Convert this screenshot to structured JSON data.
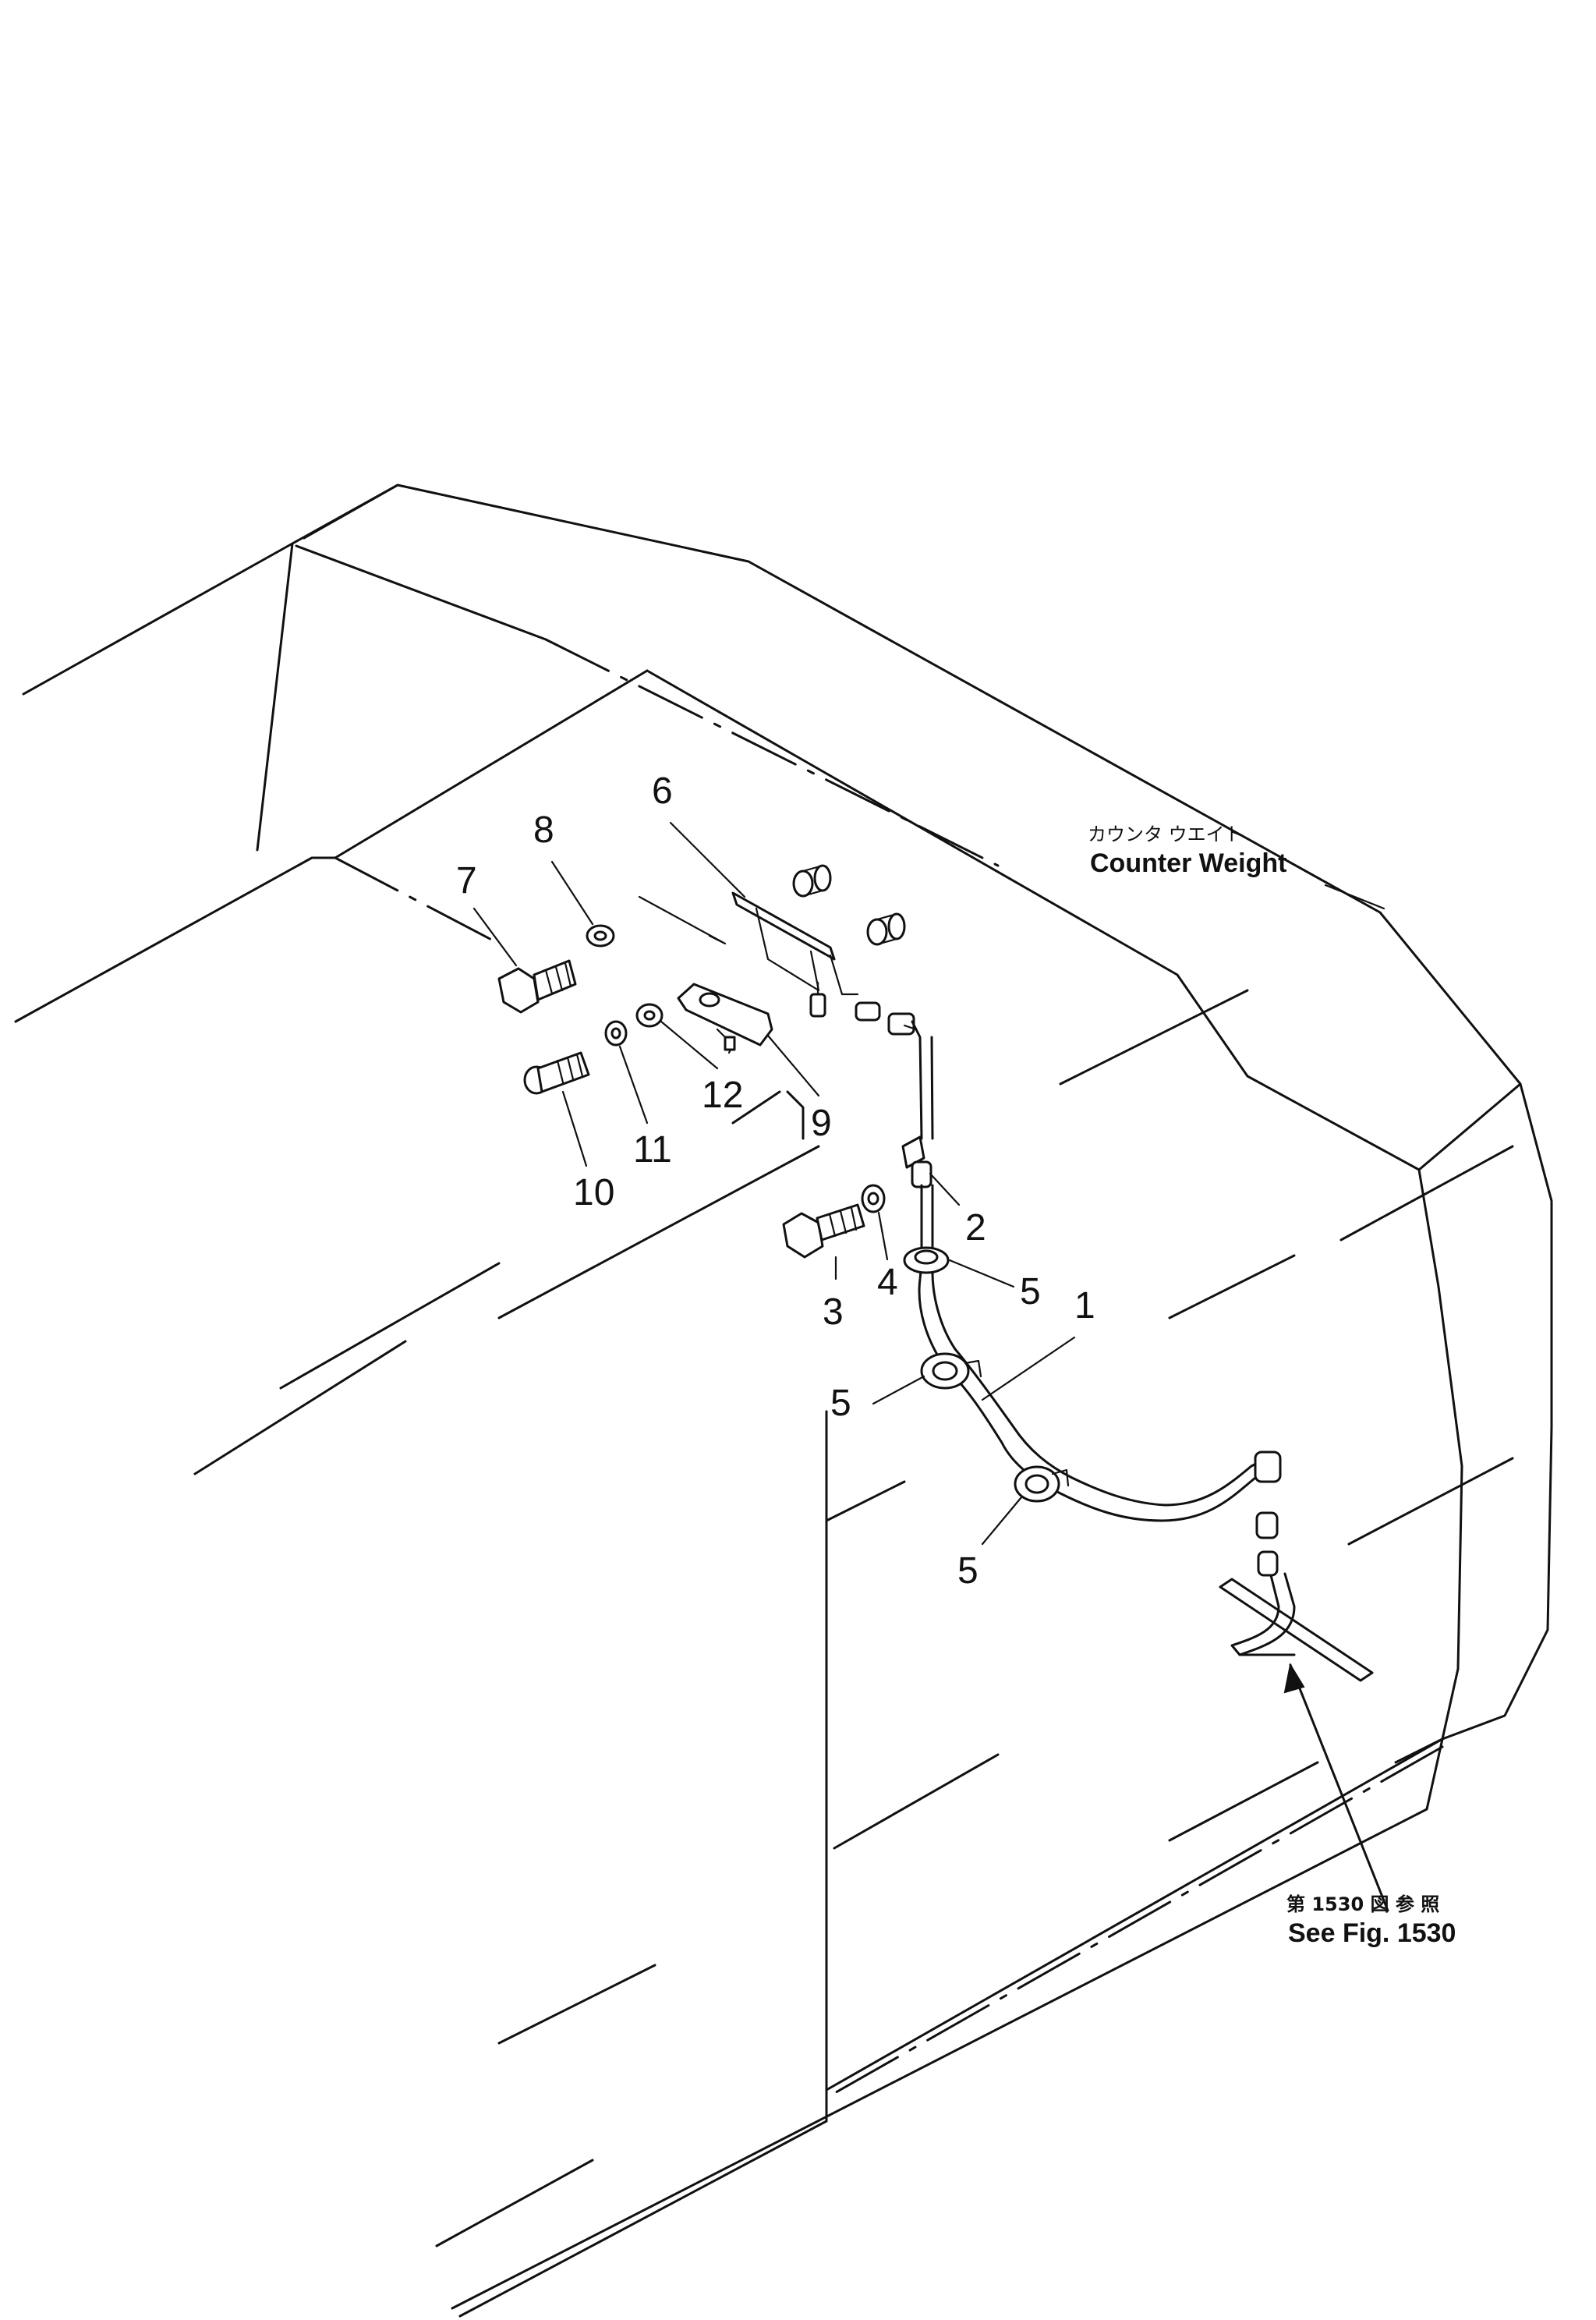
{
  "labels": {
    "counter_weight_jp": "カウンタ ウエイト",
    "counter_weight_en": "Counter Weight",
    "see_fig_jp": "第 1530 図 参 照",
    "see_fig_en": "See Fig. 1530"
  },
  "callouts": [
    {
      "id": "1",
      "text": "1"
    },
    {
      "id": "2",
      "text": "2"
    },
    {
      "id": "3",
      "text": "3"
    },
    {
      "id": "4",
      "text": "4"
    },
    {
      "id": "5a",
      "text": "5"
    },
    {
      "id": "5b",
      "text": "5"
    },
    {
      "id": "5c",
      "text": "5"
    },
    {
      "id": "6",
      "text": "6"
    },
    {
      "id": "7",
      "text": "7"
    },
    {
      "id": "8",
      "text": "8"
    },
    {
      "id": "9",
      "text": "9"
    },
    {
      "id": "10",
      "text": "10"
    },
    {
      "id": "11",
      "text": "11"
    },
    {
      "id": "12",
      "text": "12"
    }
  ]
}
